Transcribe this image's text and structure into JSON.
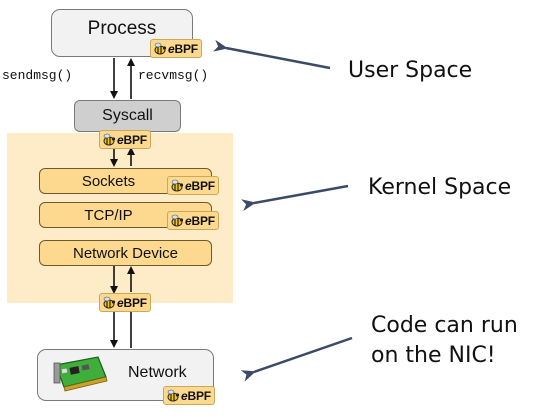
{
  "diagram": {
    "process": "Process",
    "syscall": "Syscall",
    "sockets": "Sockets",
    "tcpip": "TCP/IP",
    "network_device": "Network Device",
    "network": "Network",
    "sendmsg": "sendmsg()",
    "recvmsg": "recvmsg()",
    "badge_prefix": "e",
    "badge_text": "BPF",
    "badge_icon": "bee-icon",
    "nic_icon": "network-card-icon"
  },
  "annotations": {
    "user_space": "User Space",
    "kernel_space": "Kernel Space",
    "nic_line1": "Code can run",
    "nic_line2": "on the NIC!"
  },
  "colors": {
    "kernel_region": "#fdecc7",
    "kernel_box": "#fcd98f",
    "user_box": "#f2f2f2",
    "syscall_box": "#cfcfcf",
    "arrow": "#3b4a66"
  }
}
